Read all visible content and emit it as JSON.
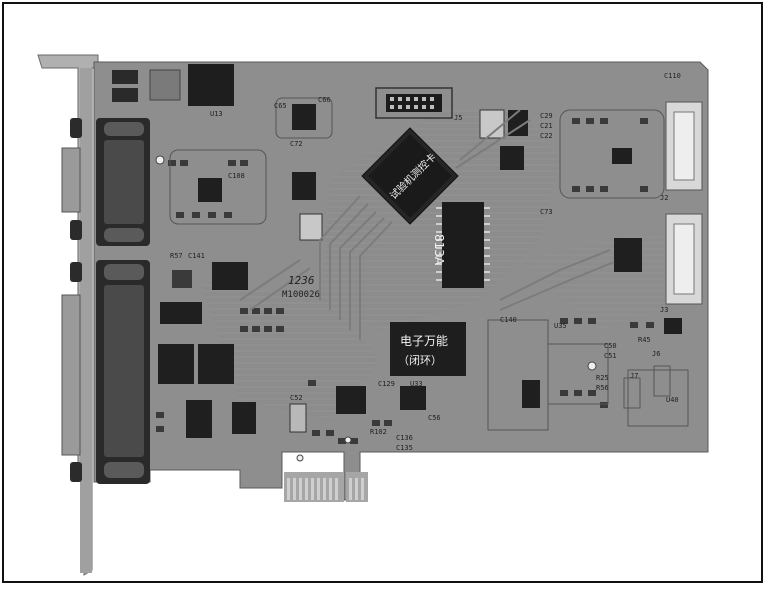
{
  "board": {
    "cpu_label": "试验机测控卡",
    "driver_label": "813A",
    "brand_line1": "电子万能",
    "brand_line2": "（闭环）",
    "pcb_number": "M100026",
    "pcb_code": "1236",
    "connector_labels": {
      "top_header": "J5",
      "right_header_top": "J2",
      "right_header_bottom": "J3",
      "small_header_a": "J7",
      "small_header_b": "J6"
    },
    "ic_labels": {
      "regulator": "U13",
      "logic_right": "U35",
      "logic_bottom": "U33",
      "opto": "U40"
    },
    "passive_labels": {
      "c66": "C66",
      "c65": "C65",
      "c72": "C72",
      "c29": "C29",
      "c21": "C21",
      "c22": "C22",
      "c110": "C110",
      "c73": "C73",
      "c108": "C108",
      "c141": "C141",
      "r57": "R57",
      "c140": "C140",
      "c50": "C50",
      "c51": "C51",
      "c52": "C52",
      "c129": "C129",
      "c56": "C56",
      "c136": "C136",
      "c135": "C135",
      "r102": "R102",
      "r45": "R45",
      "r25": "R25",
      "r56": "R56"
    }
  },
  "colors": {
    "pcb": "#8c8c8c",
    "chip": "#1e1e1e",
    "bracket": "#a8a8a8",
    "gold": "#b5b5b5"
  }
}
